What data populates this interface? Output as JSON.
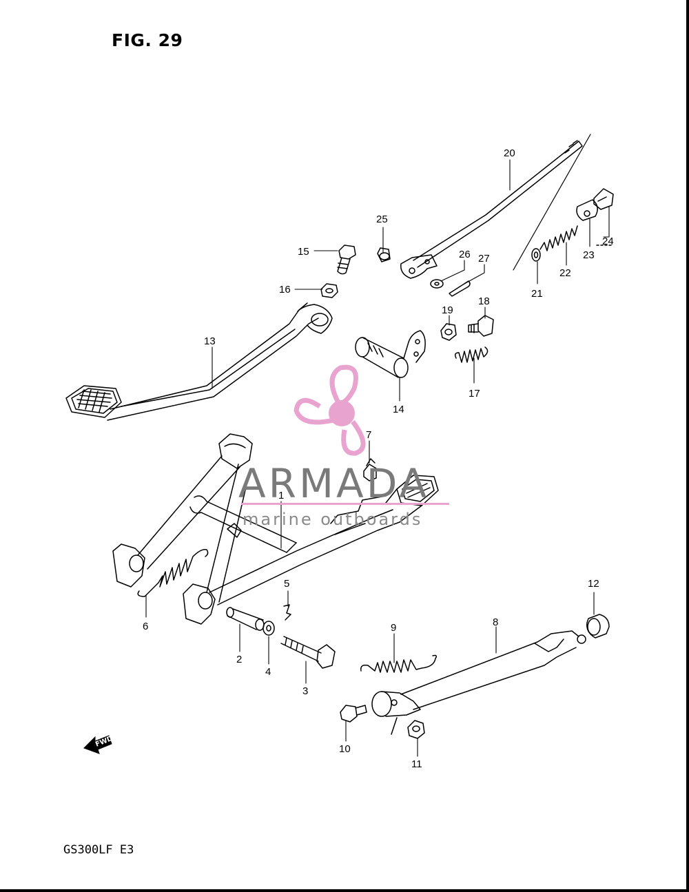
{
  "figure": {
    "title": "FIG. 29",
    "model_code": "GS300LF  E3"
  },
  "watermark": {
    "brand": "ARMADA",
    "tagline": "marine outboards",
    "accent_color": "#e8a3cf"
  },
  "fwd_arrow": {
    "label": "FWD"
  },
  "callouts": [
    "1",
    "2",
    "3",
    "4",
    "5",
    "6",
    "7",
    "8",
    "9",
    "10",
    "11",
    "12",
    "13",
    "14",
    "15",
    "16",
    "17",
    "18",
    "19",
    "20",
    "21",
    "22",
    "23",
    "24",
    "25",
    "26",
    "27"
  ]
}
